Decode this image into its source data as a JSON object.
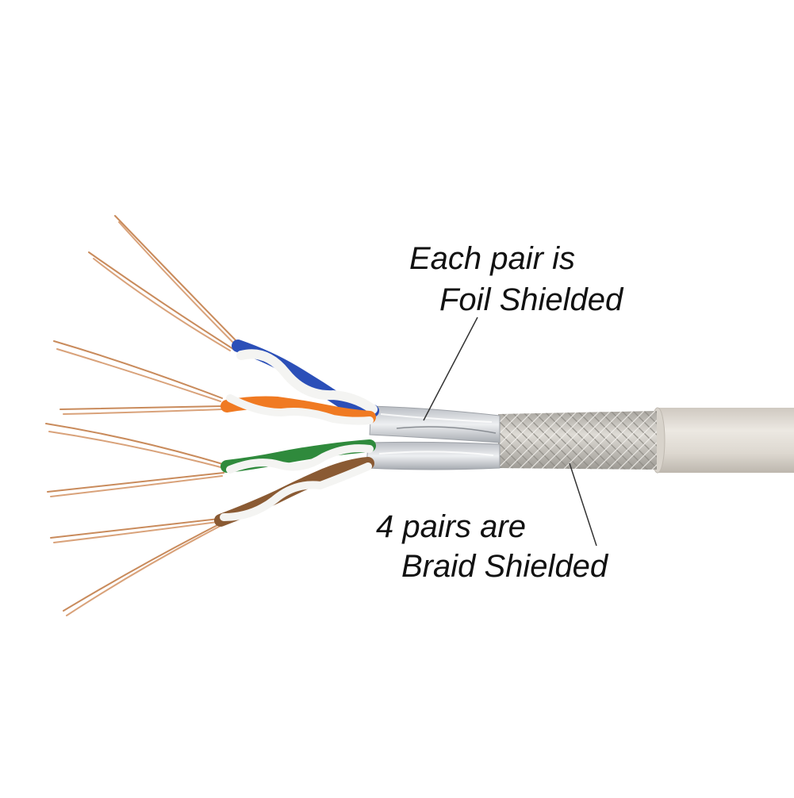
{
  "labels": {
    "foil": {
      "line1": "Each pair is",
      "line2": "Foil Shielded"
    },
    "braid": {
      "line1": "4 pairs are",
      "line2": "Braid Shielded"
    }
  },
  "colors": {
    "background": "#ffffff",
    "jacket": "#e2ddd6",
    "braid": "#c9c6c0",
    "foil": "#d7d9dc",
    "copper": "#c98b5c",
    "pair_blue": "#2b4fb8",
    "pair_orange": "#f07a22",
    "pair_green": "#2f8a3c",
    "pair_brown": "#8a5a33",
    "pair_white": "#f4f4f2",
    "leader_line": "#333333"
  }
}
